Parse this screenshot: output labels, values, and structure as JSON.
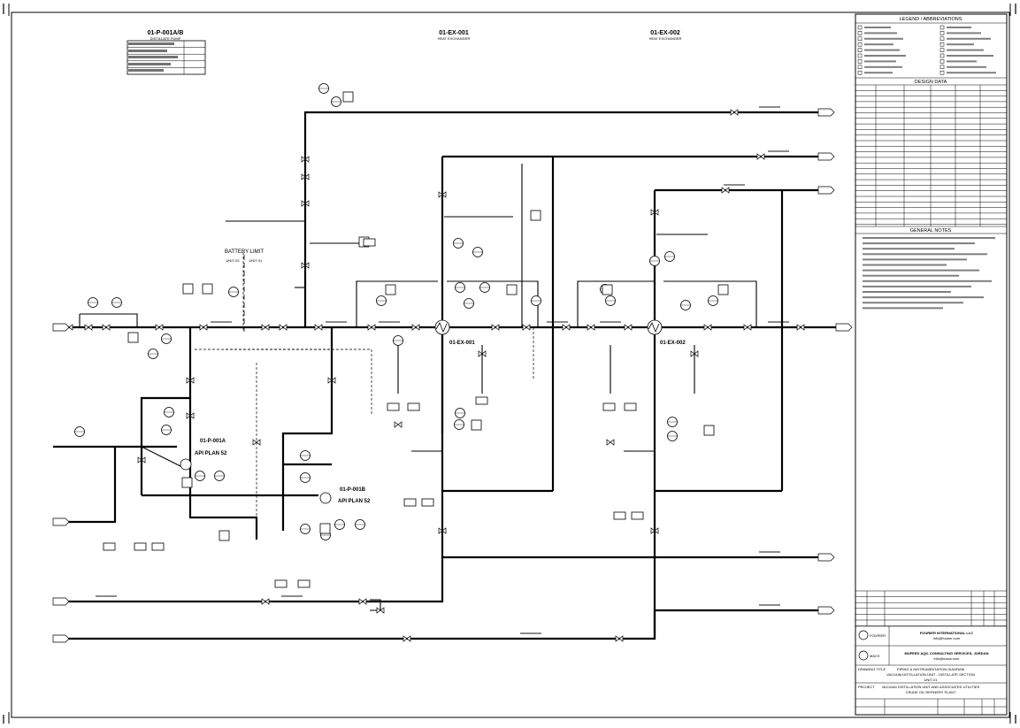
{
  "equipment": {
    "p001ab": {
      "title": "01-P-001A/B",
      "subtitle": "DISTILLATE PUMP"
    },
    "ex001": {
      "title": "01-EX-001",
      "subtitle": "HEAT EXCHANGER"
    },
    "ex002": {
      "title": "01-EX-002",
      "subtitle": "HEAT EXCHANGER"
    },
    "ex001_tag": "01-EX-001",
    "ex002_tag": "01-EX-002",
    "p001a_tag": "01-P-001A",
    "p001a_plan": "API PLAN 52",
    "p001b_tag": "01-P-001B",
    "p001b_plan": "API PLAN 52"
  },
  "battery_limit": {
    "label": "BATTERY LIMIT",
    "left": "UNIT-03",
    "right": "UNIT-01"
  },
  "title_block": {
    "legend_header": "LEGEND / ABBREVIATIONS",
    "design_data_header": "DESIGN DATA",
    "general_notes_header": "GENERAL NOTES",
    "company1": "FOURIER INTERNATIONAL LLC",
    "company1_email": "info@fourier.com",
    "company1_logo": "FOURIER",
    "company2": "MUFEED AQIL CONSULTING SERVICES, JORDAN",
    "company2_email": "info@macs.com",
    "company2_logo": "MACS",
    "drawing_title_label": "DRAWING TITLE",
    "drawing_title_line1": "PIPING & INSTRUMENTATION DIAGRAM",
    "drawing_title_line2": "VACUUM DISTILLATION UNIT - DISTILLATE SECTION",
    "drawing_title_line3": "UNIT-01",
    "project_label": "PROJECT",
    "project_line1": "VACUUM DISTILLATION UNIT AND ASSOCIATED UTILITIES",
    "project_line2": "CRUDE OIL REFINERY PLANT"
  },
  "colors": {
    "line": "#000000",
    "paper": "#ffffff"
  }
}
